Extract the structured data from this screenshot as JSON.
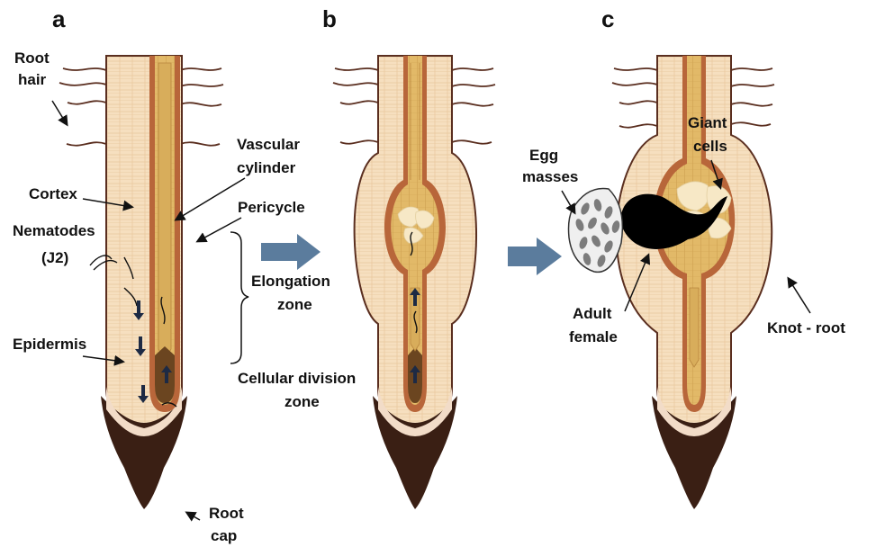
{
  "panels": [
    {
      "letter": "a"
    },
    {
      "letter": "b"
    },
    {
      "letter": "c"
    }
  ],
  "labels": {
    "root_hair": [
      "Root",
      "hair"
    ],
    "cortex": "Cortex",
    "nematodes": [
      "Nematodes",
      "(J2)"
    ],
    "epidermis": "Epidermis",
    "vascular_cylinder": [
      "Vascular",
      "cylinder"
    ],
    "pericycle": "Pericycle",
    "elongation_zone": [
      "Elongation",
      "zone"
    ],
    "cellular_division_zone": [
      "Cellular division",
      "zone"
    ],
    "root_cap": [
      "Root",
      "cap"
    ],
    "egg_masses": [
      "Egg",
      "masses"
    ],
    "giant_cells": [
      "Giant",
      "cells"
    ],
    "adult_female": [
      "Adult",
      "female"
    ],
    "knot_root": "Knot - root"
  },
  "colors": {
    "outline": "#5a2e1f",
    "epidermis_band": "#f2dcc8",
    "cortex": "#f6dfbf",
    "pericycle": "#b8663a",
    "vascular": "#e2b968",
    "vascular_core": "#c9983f",
    "meristem": "#6b4520",
    "root_cap": "#3a1f14",
    "giant_cell": "#f7e8c6",
    "arrow_fill": "#5b7c9d",
    "female": "#000000",
    "egg_mass": "#efefef",
    "egg": "#7c7c7c"
  }
}
